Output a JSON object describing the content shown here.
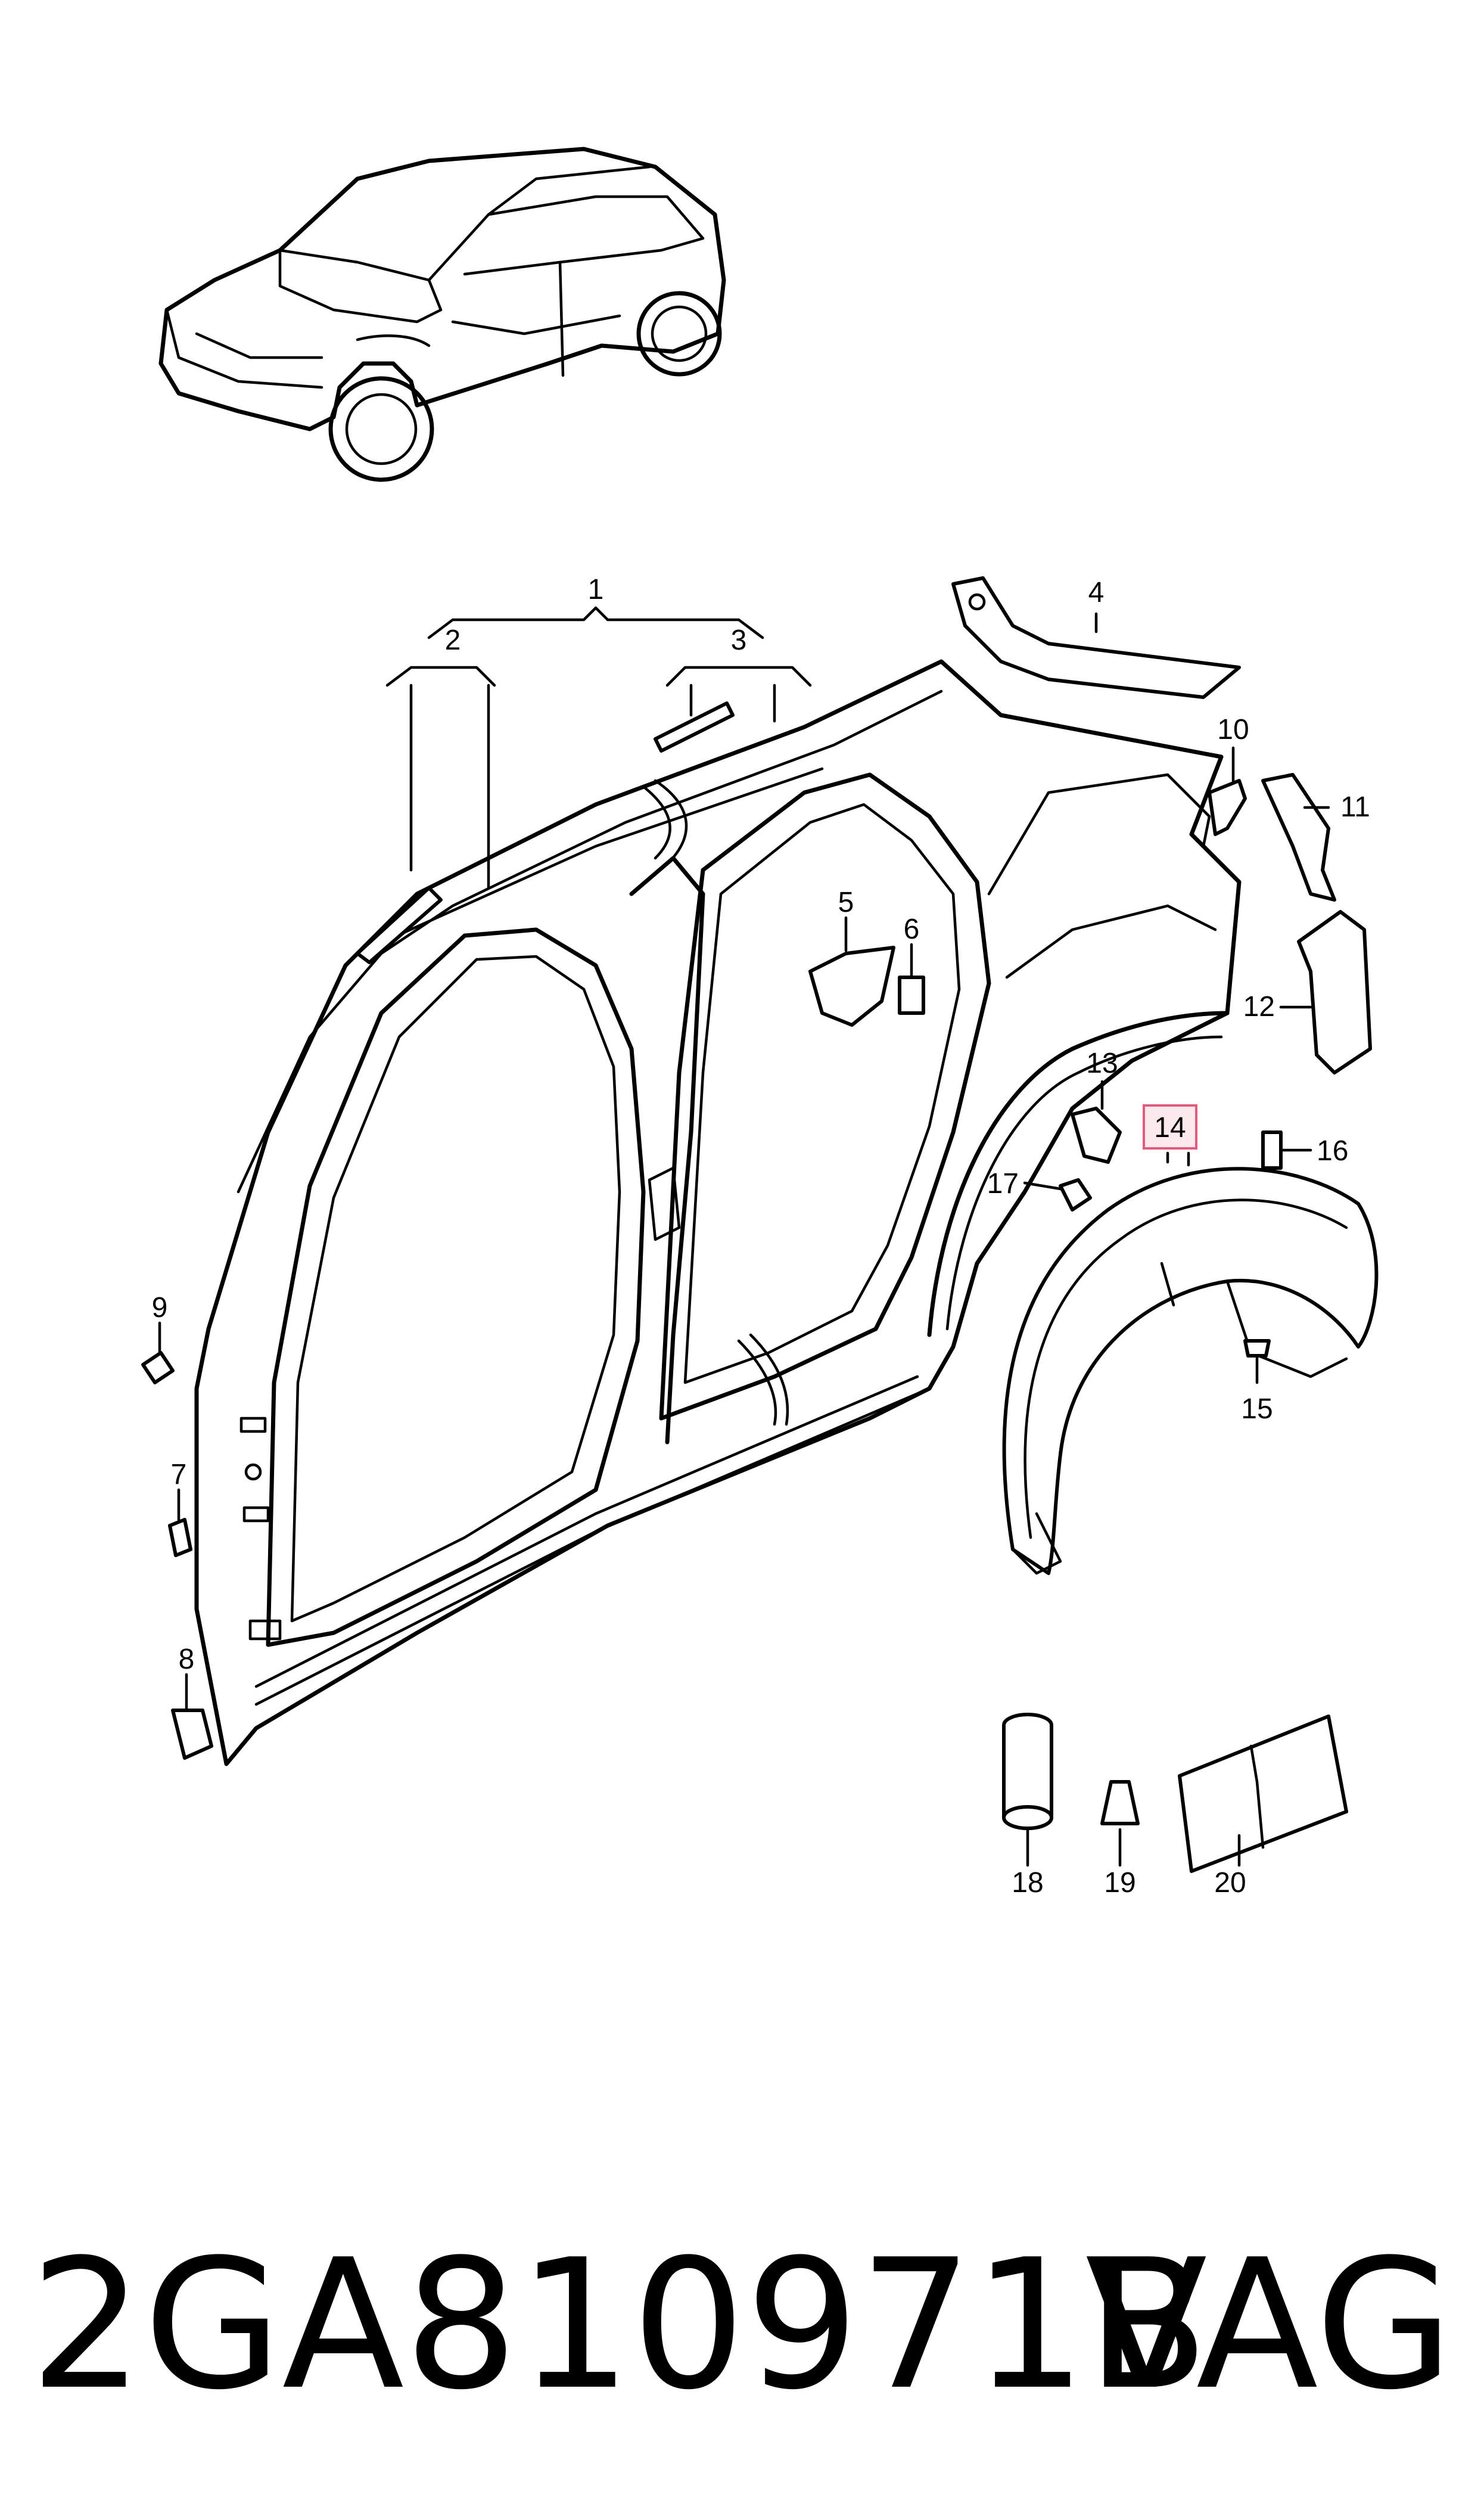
{
  "diagram": {
    "callouts": [
      {
        "id": "c1",
        "text": "1"
      },
      {
        "id": "c2",
        "text": "2"
      },
      {
        "id": "c3",
        "text": "3"
      },
      {
        "id": "c4",
        "text": "4"
      },
      {
        "id": "c5",
        "text": "5"
      },
      {
        "id": "c6",
        "text": "6"
      },
      {
        "id": "c7",
        "text": "7"
      },
      {
        "id": "c8",
        "text": "8"
      },
      {
        "id": "c9",
        "text": "9"
      },
      {
        "id": "c10",
        "text": "10"
      },
      {
        "id": "c11",
        "text": "11"
      },
      {
        "id": "c12",
        "text": "12"
      },
      {
        "id": "c13",
        "text": "13"
      },
      {
        "id": "c14",
        "text": "14",
        "highlighted": true
      },
      {
        "id": "c15",
        "text": "15"
      },
      {
        "id": "c16",
        "text": "16"
      },
      {
        "id": "c17",
        "text": "17"
      },
      {
        "id": "c18",
        "text": "18"
      },
      {
        "id": "c19",
        "text": "19"
      },
      {
        "id": "c20",
        "text": "20"
      }
    ],
    "part_number": "2GA810971B",
    "brand": "VAG",
    "highlight_color": "#e05c7a"
  }
}
